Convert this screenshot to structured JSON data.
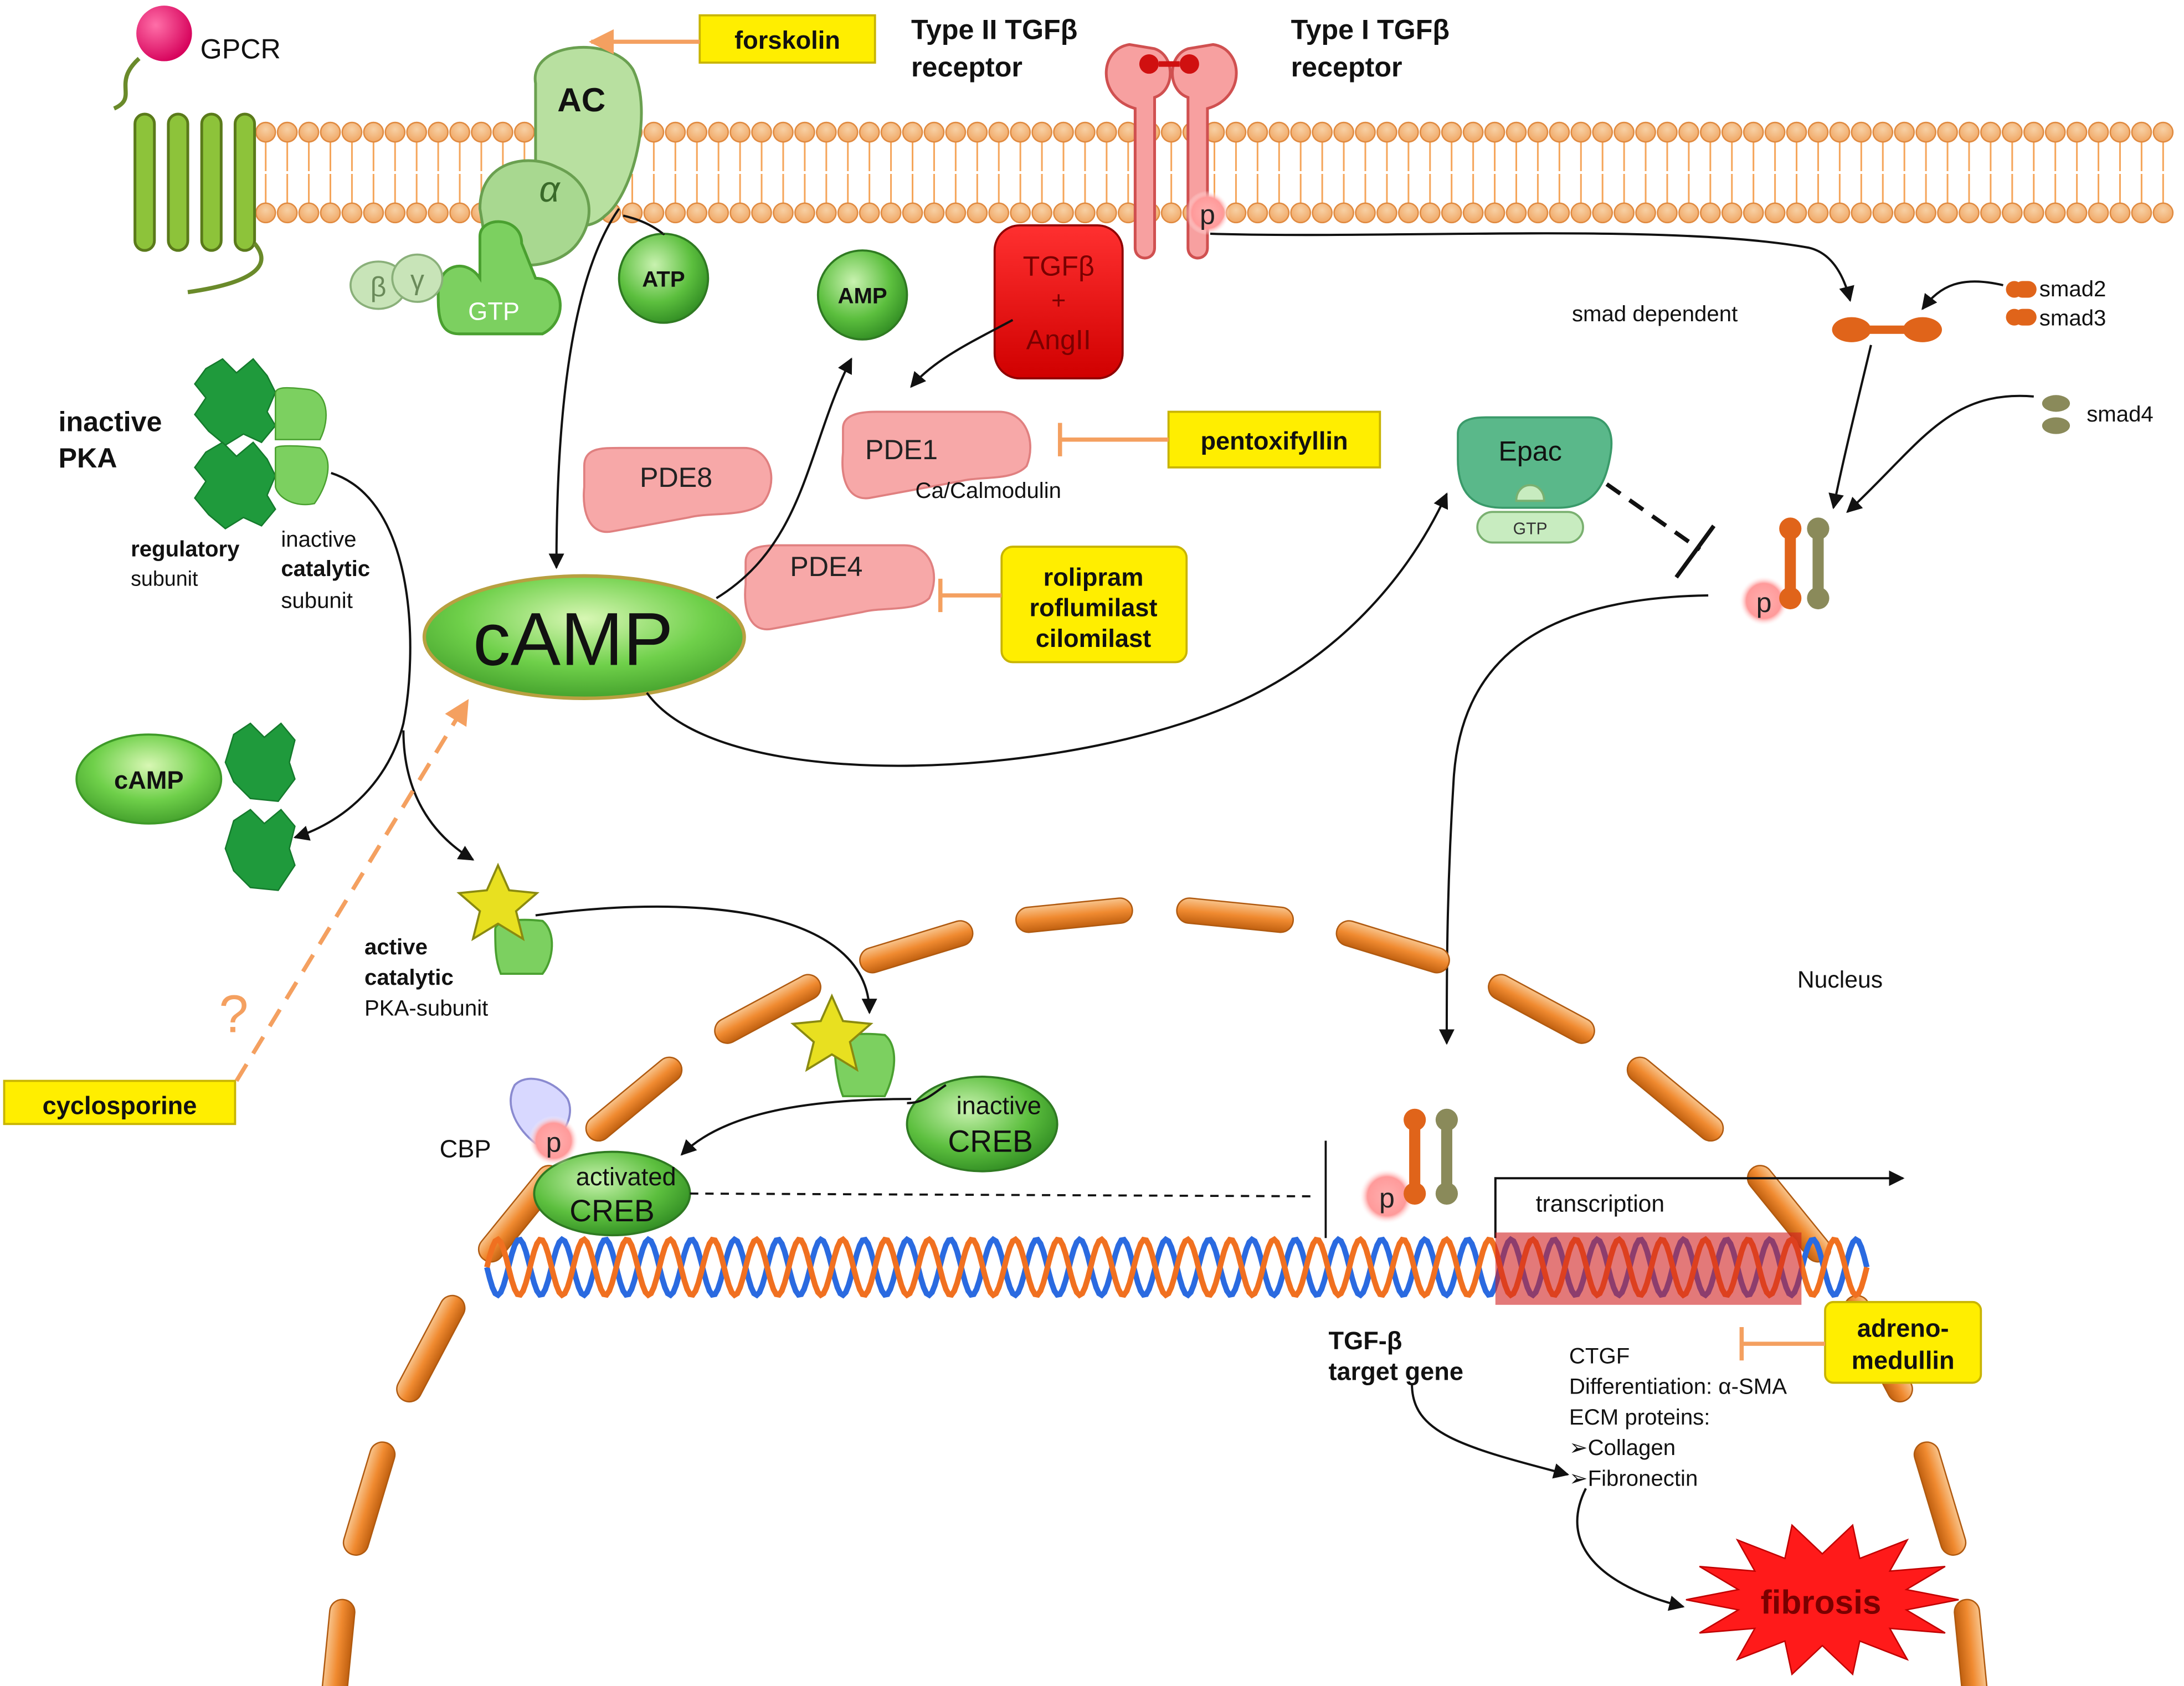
{
  "labels": {
    "gpcr": "GPCR",
    "ac": "AC",
    "alpha": "α",
    "beta": "β",
    "gamma": "γ",
    "gtp": "GTP",
    "atp": "ATP",
    "amp": "AMP",
    "camp": "cAMP",
    "camp_small": "cAMP",
    "forskolin": "forskolin",
    "type2_line1": "Type II TGFβ",
    "type2_line2": "receptor",
    "type1_line1": "Type I TGFβ",
    "type1_line2": "receptor",
    "p": "p",
    "tgfb_line1": "TGFβ",
    "tgfb_line2": "+",
    "tgfb_line3": "AngII",
    "pde8": "PDE8",
    "pde1": "PDE1",
    "calmodulin": "Ca/Calmodulin",
    "pde4": "PDE4",
    "pentoxifyllin": "pentoxifyllin",
    "rolipram": "rolipram",
    "roflumilast": "roflumilast",
    "cilomilast": "cilomilast",
    "smad_dependent": "smad dependent",
    "smad2": "smad2",
    "smad3": "smad3",
    "smad4": "smad4",
    "epac": "Epac",
    "epac_gtp": "GTP",
    "inactive_pka_1": "inactive",
    "inactive_pka_2": "PKA",
    "regulatory_1": "regulatory",
    "regulatory_2": "subunit",
    "inactive_cat_1": "inactive",
    "inactive_cat_2": "catalytic",
    "inactive_cat_3": "subunit",
    "active_cat_1": "active",
    "active_cat_2": "catalytic",
    "active_cat_3": "PKA-subunit",
    "question": "?",
    "cyclosporine": "cyclosporine",
    "nucleus": "Nucleus",
    "inactive_creb_1": "inactive",
    "inactive_creb_2": "CREB",
    "activated_creb_1": "activated",
    "activated_creb_2": "CREB",
    "cbp": "CBP",
    "transcription": "transcription",
    "target_gene_1": "TGF-β",
    "target_gene_2": "target gene",
    "ctgf": "CTGF",
    "differentiation": "Differentiation: α-SMA",
    "ecm": "ECM  proteins:",
    "collagen": "➢Collagen",
    "fibronectin": "➢Fibronectin",
    "adreno_1": "adreno-",
    "adreno_2": "medullin",
    "fibrosis": "fibrosis"
  },
  "colors": {
    "membrane": "#f5a55a",
    "green_light": "#9ed68a",
    "green_dark": "#1c8a3a",
    "pde_pink": "#f2a0a0",
    "receptor_red": "#f06060",
    "tgfb_red": "#e60000",
    "drug_yellow": "#ffee00",
    "inhibit_orange": "#f4a060",
    "smad_orange": "#e0641a",
    "smad4_olive": "#8a8a5a",
    "epac_teal": "#5ab88a",
    "dna_orange": "#f07020",
    "dna_blue": "#2a6ae0",
    "fibrosis_red": "#ff1a1a"
  }
}
